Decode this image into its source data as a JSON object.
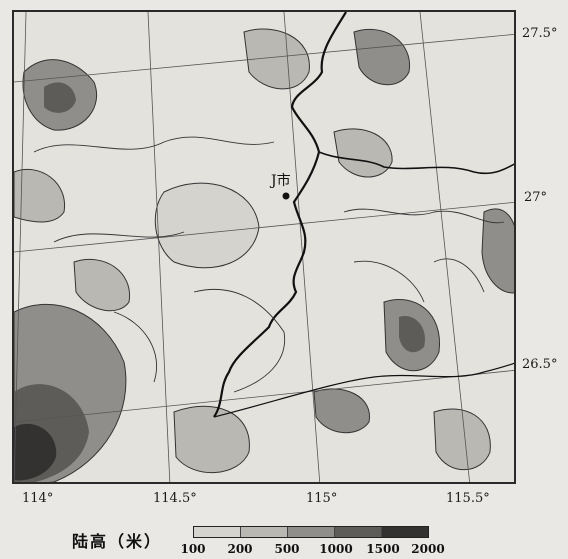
{
  "map": {
    "city_label": "J市",
    "latitude_labels": [
      "27.5°",
      "27°",
      "26.5°"
    ],
    "longitude_labels": [
      "114°",
      "114.5°",
      "115°",
      "115.5°"
    ]
  },
  "legend": {
    "title": "陆高（米）",
    "ticks": [
      "100",
      "200",
      "500",
      "1000",
      "1500",
      "2000"
    ],
    "colors": [
      "#d4d3ce",
      "#b9b8b3",
      "#8f8e8a",
      "#5d5c59",
      "#333231"
    ]
  },
  "colors": {
    "background": "#e3e2dd",
    "boundary": "#111111",
    "contour": "#333333"
  }
}
